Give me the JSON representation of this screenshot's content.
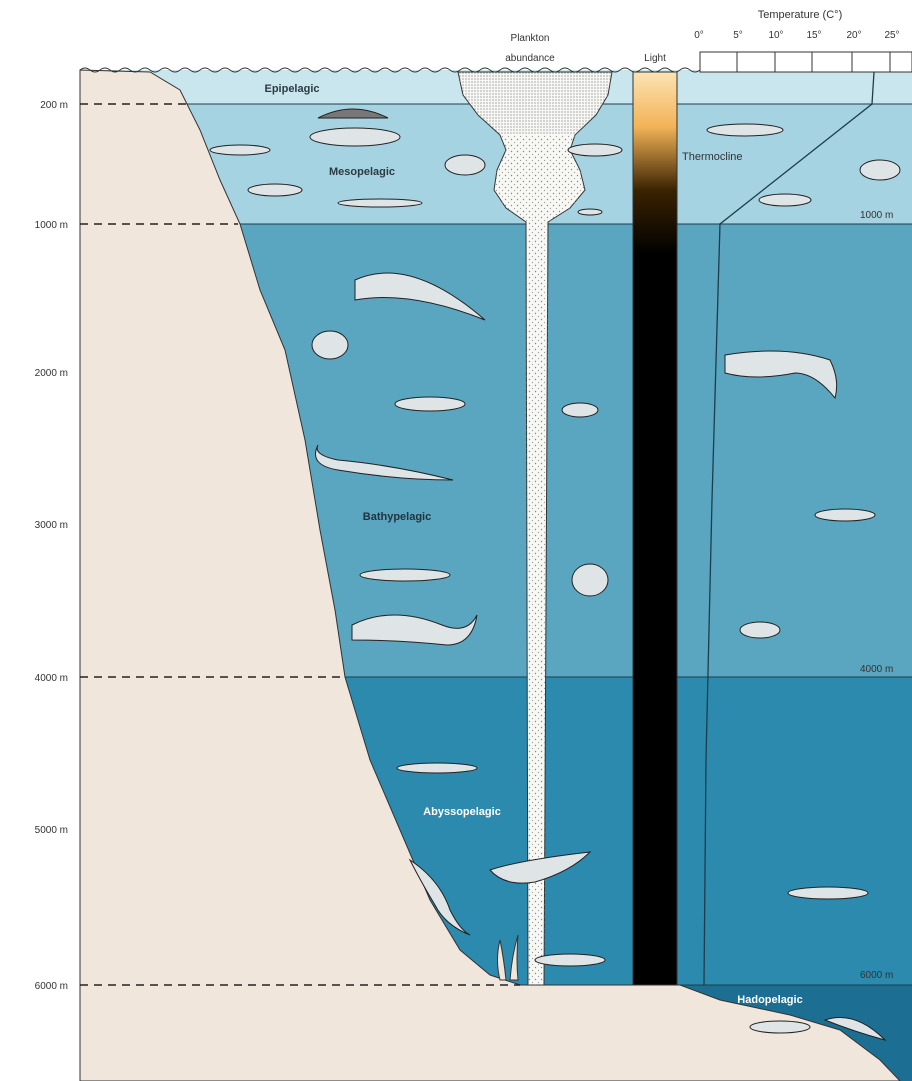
{
  "header": {
    "plankton_line1": "Plankton",
    "plankton_line2": "abundance",
    "light": "Light",
    "temperature_title": "Temperature (C°)",
    "temperature_ticks": [
      "0°",
      "5°",
      "10°",
      "15°",
      "20°",
      "25°"
    ]
  },
  "depth_labels": [
    "200 m",
    "1000 m",
    "2000 m",
    "3000 m",
    "4000 m",
    "5000 m",
    "6000 m"
  ],
  "right_depth_labels": [
    "1000 m",
    "4000 m",
    "6000 m"
  ],
  "zones": {
    "epipelagic": "Epipelagic",
    "mesopelagic": "Mesopelagic",
    "bathypelagic": "Bathypelagic",
    "abyssopelagic": "Abyssopelagic",
    "hadopelagic": "Hadopelagic"
  },
  "thermocline": "Thermocline",
  "colors": {
    "epipelagic": "#c9e6ee",
    "mesopelagic": "#a6d3e2",
    "bathypelagic": "#5aa5c0",
    "abyssopelagic": "#2b8aae",
    "hadopelagic": "#1c6f92",
    "seafloor": "#f1e6dc",
    "light_column": "#000000"
  }
}
